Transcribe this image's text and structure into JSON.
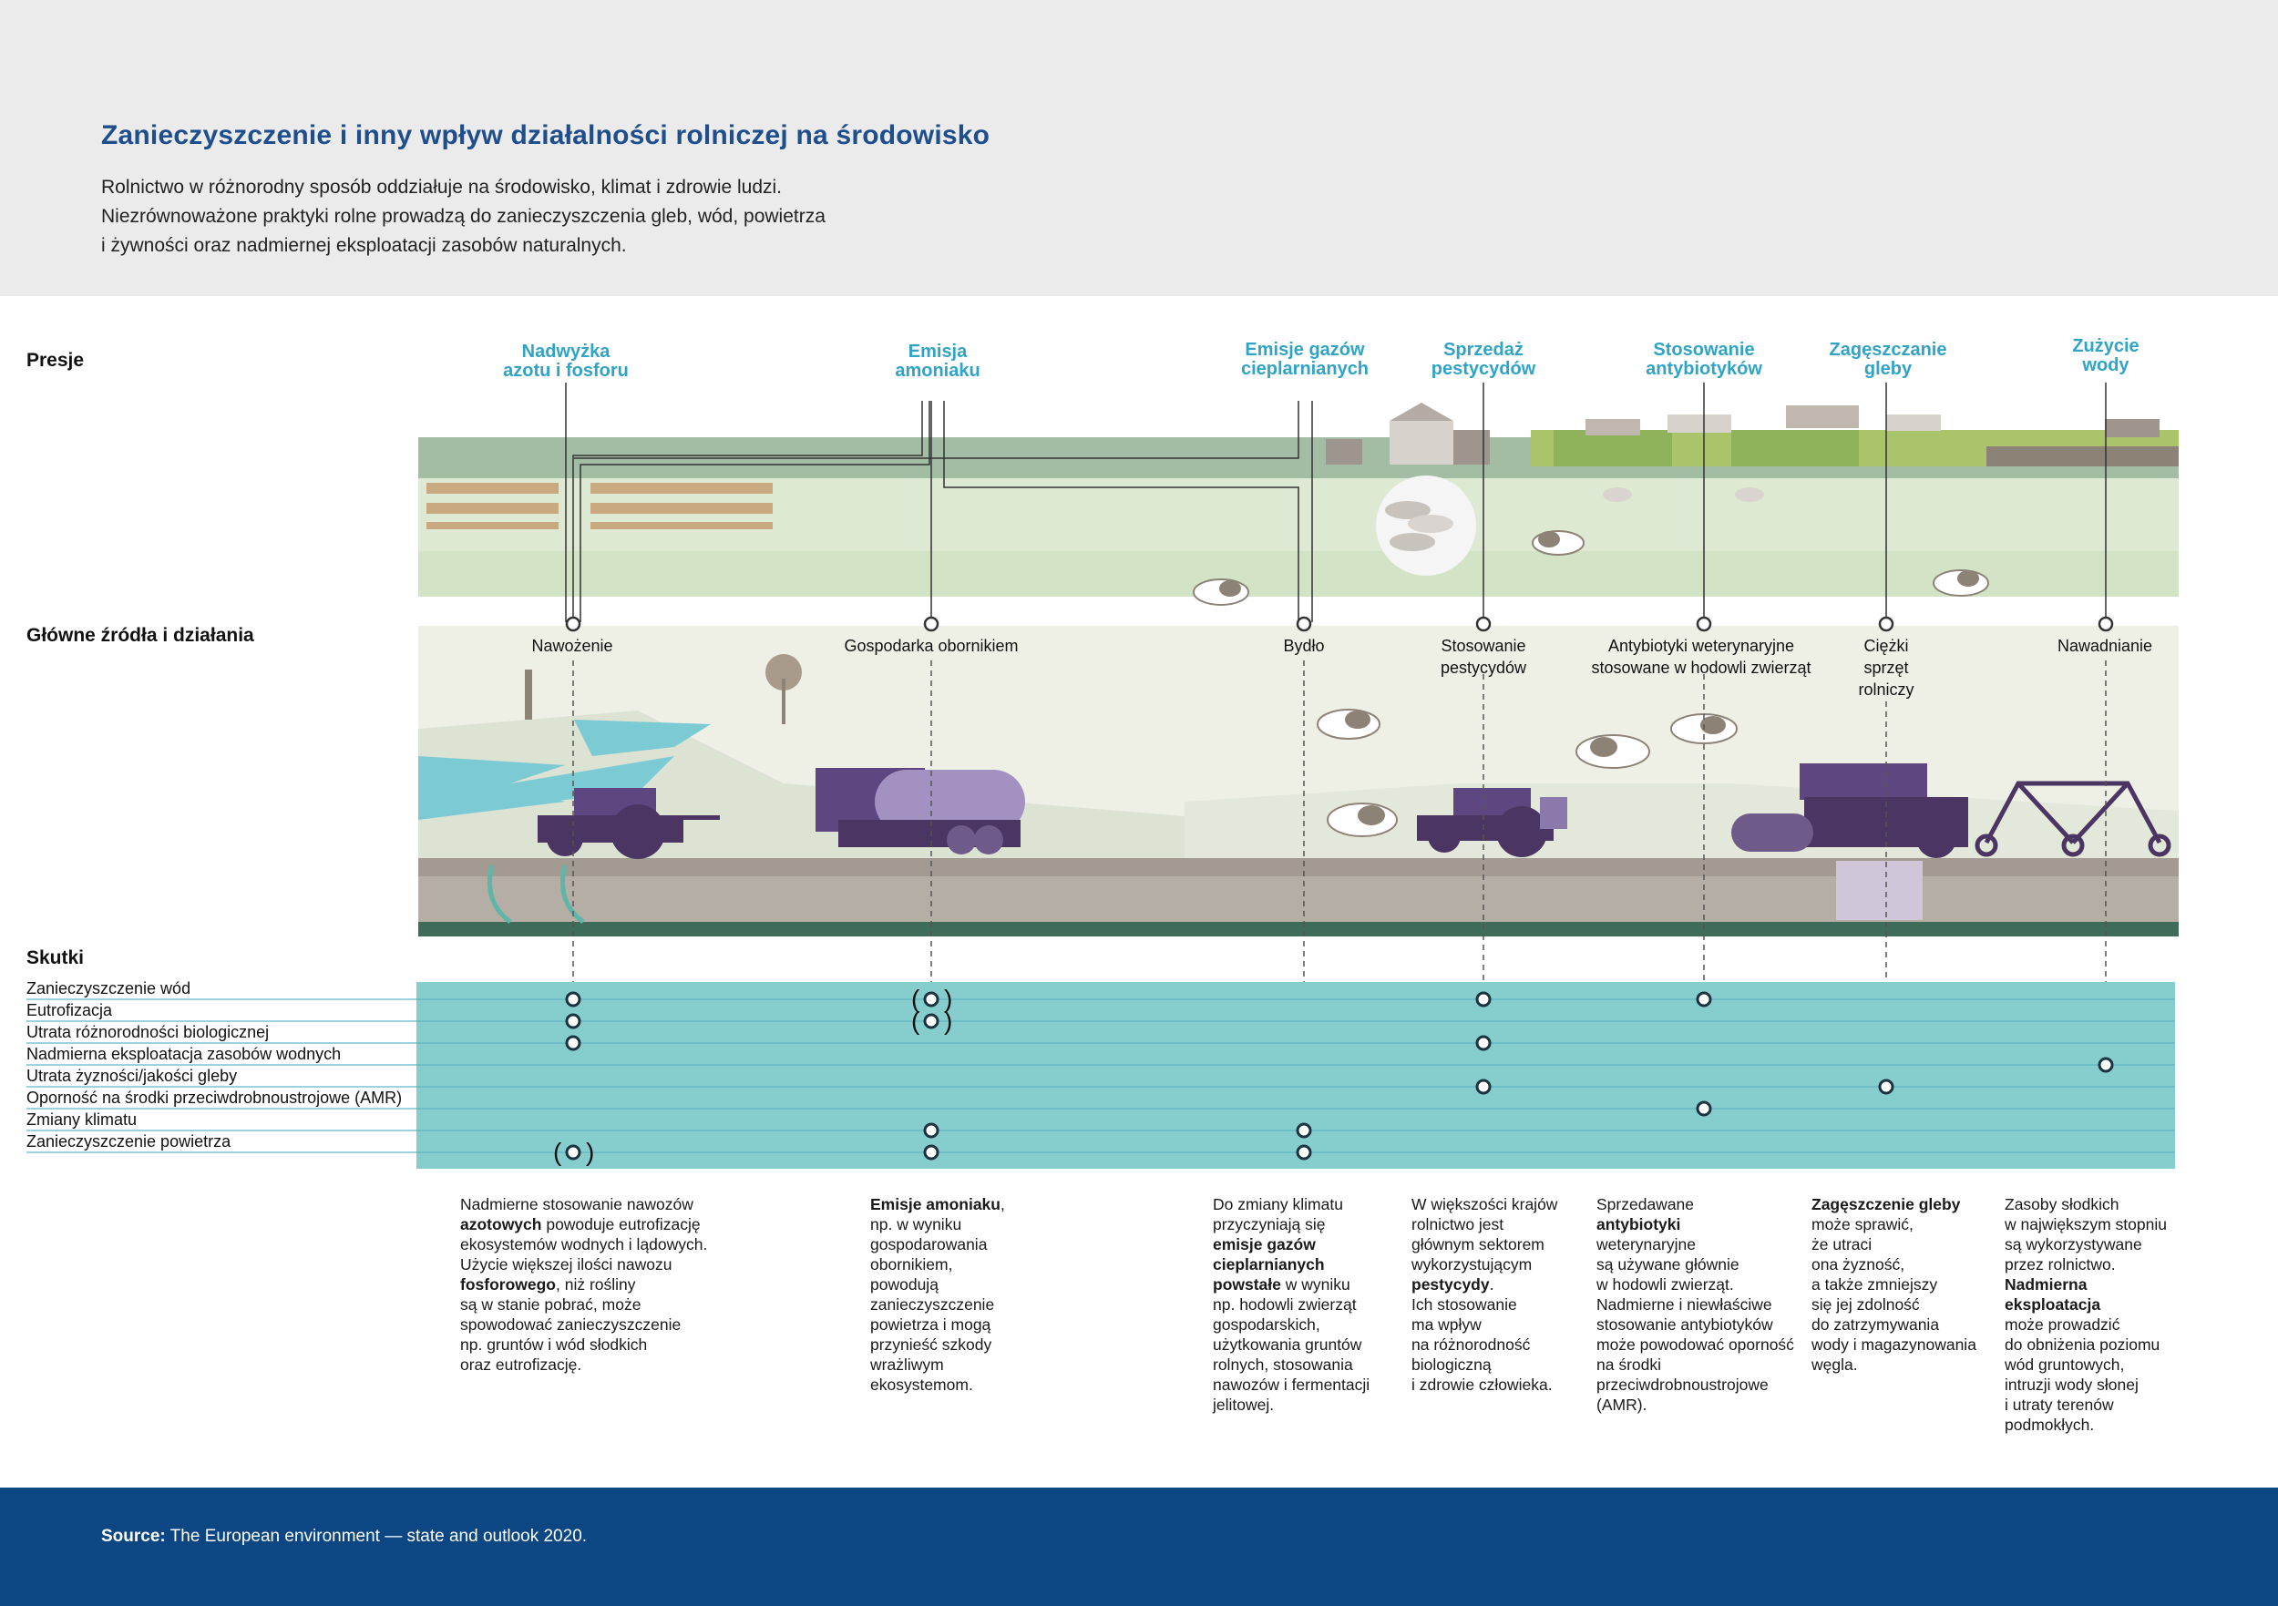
{
  "header": {
    "title": "Zanieczyszczenie i inny wpływ działalności rolniczej na środowisko",
    "intro_lines": [
      "Rolnictwo w różnorodny sposób oddziałuje na środowisko, klimat i zdrowie ludzi.",
      "Niezrównoważone praktyki rolne prowadzą do zanieczyszczenia gleb, wód, powietrza",
      "i żywności oraz nadmiernej eksploatacji zasobów naturalnych."
    ]
  },
  "sections": {
    "pressures": "Presje",
    "sources": "Główne źródła i działania",
    "impacts": "Skutki"
  },
  "pressures": [
    {
      "line1": "Nadwyżka",
      "line2": "azotu i fosforu"
    },
    {
      "line1": "Emisja",
      "line2": "amoniaku"
    },
    {
      "line1": "Emisje gazów",
      "line2": "cieplarnianych"
    },
    {
      "line1": "Sprzedaż",
      "line2": "pestycydów"
    },
    {
      "line1": "Stosowanie",
      "line2": "antybiotyków"
    },
    {
      "line1": "Zagęszczanie",
      "line2": "gleby"
    },
    {
      "line1": "Zużycie",
      "line2": "wody"
    }
  ],
  "sources": [
    {
      "lines": [
        "Nawożenie"
      ]
    },
    {
      "lines": [
        "Gospodarka obornikiem"
      ]
    },
    {
      "lines": [
        "Bydło"
      ]
    },
    {
      "lines": [
        "Stosowanie",
        "pestycydów"
      ]
    },
    {
      "lines": [
        "Antybiotyki weterynaryjne",
        "stosowane w hodowli zwierząt"
      ]
    },
    {
      "lines": [
        "Ciężki",
        "sprzęt",
        "rolniczy"
      ]
    },
    {
      "lines": [
        "Nawadnianie"
      ]
    }
  ],
  "impacts": [
    "Zanieczyszczenie wód",
    "Eutrofizacja",
    "Utrata różnorodności biologicznej",
    "Nadmierna eksploatacja zasobów wodnych",
    "Utrata żyzności/jakości gleby",
    "Oporność na środki przeciwdrobnoustrojowe (AMR)",
    "Zmiany klimatu",
    "Zanieczyszczenie powietrza"
  ],
  "matrix": [
    {
      "column": 0,
      "impact": 0
    },
    {
      "column": 0,
      "impact": 1
    },
    {
      "column": 0,
      "impact": 2
    },
    {
      "column": 0,
      "impact": 7,
      "parenthesized": true
    },
    {
      "column": 1,
      "impact": 0,
      "parenthesized": true
    },
    {
      "column": 1,
      "impact": 1,
      "parenthesized": true
    },
    {
      "column": 1,
      "impact": 6
    },
    {
      "column": 1,
      "impact": 7
    },
    {
      "column": 2,
      "impact": 6
    },
    {
      "column": 2,
      "impact": 7
    },
    {
      "column": 3,
      "impact": 0
    },
    {
      "column": 3,
      "impact": 2
    },
    {
      "column": 3,
      "impact": 4
    },
    {
      "column": 4,
      "impact": 0
    },
    {
      "column": 4,
      "impact": 5
    },
    {
      "column": 5,
      "impact": 4
    },
    {
      "column": 6,
      "impact": 3
    }
  ],
  "descriptions": [
    [
      [
        {
          "t": "Nadmierne stosowanie nawozów"
        }
      ],
      [
        {
          "t": "azotowych",
          "b": true
        },
        {
          "t": " powoduje eutrofizację"
        }
      ],
      [
        {
          "t": "ekosystemów wodnych i lądowych."
        }
      ],
      [
        {
          "t": "Użycie większej ilości nawozu"
        }
      ],
      [
        {
          "t": "fosforowego",
          "b": true
        },
        {
          "t": ", niż rośliny"
        }
      ],
      [
        {
          "t": "są w stanie pobrać, może"
        }
      ],
      [
        {
          "t": "spowodować zanieczyszczenie"
        }
      ],
      [
        {
          "t": "np. gruntów i wód słodkich"
        }
      ],
      [
        {
          "t": "oraz eutrofizację."
        }
      ]
    ],
    [
      [
        {
          "t": "Emisje amoniaku",
          "b": true
        },
        {
          "t": ","
        }
      ],
      [
        {
          "t": "np. w wyniku"
        }
      ],
      [
        {
          "t": "gospodarowania"
        }
      ],
      [
        {
          "t": "obornikiem,"
        }
      ],
      [
        {
          "t": "powodują"
        }
      ],
      [
        {
          "t": "zanieczyszczenie"
        }
      ],
      [
        {
          "t": "powietrza i mogą"
        }
      ],
      [
        {
          "t": "przynieść szkody"
        }
      ],
      [
        {
          "t": "wrażliwym"
        }
      ],
      [
        {
          "t": "ekosystemom."
        }
      ]
    ],
    [
      [
        {
          "t": "Do zmiany klimatu"
        }
      ],
      [
        {
          "t": "przyczyniają się"
        }
      ],
      [
        {
          "t": "emisje gazów",
          "b": true
        }
      ],
      [
        {
          "t": "cieplarnianych",
          "b": true
        }
      ],
      [
        {
          "t": "powstałe",
          "b": true
        },
        {
          "t": " w wyniku"
        }
      ],
      [
        {
          "t": "np. hodowli zwierząt"
        }
      ],
      [
        {
          "t": "gospodarskich,"
        }
      ],
      [
        {
          "t": "użytkowania gruntów"
        }
      ],
      [
        {
          "t": "rolnych, stosowania"
        }
      ],
      [
        {
          "t": "nawozów i fermentacji"
        }
      ],
      [
        {
          "t": "jelitowej."
        }
      ]
    ],
    [
      [
        {
          "t": "W większości krajów"
        }
      ],
      [
        {
          "t": "rolnictwo jest"
        }
      ],
      [
        {
          "t": "głównym sektorem"
        }
      ],
      [
        {
          "t": "wykorzystującym"
        }
      ],
      [
        {
          "t": "pestycydy",
          "b": true
        },
        {
          "t": "."
        }
      ],
      [
        {
          "t": "Ich stosowanie"
        }
      ],
      [
        {
          "t": "ma wpływ"
        }
      ],
      [
        {
          "t": "na różnorodność"
        }
      ],
      [
        {
          "t": "biologiczną"
        }
      ],
      [
        {
          "t": "i zdrowie człowieka."
        }
      ]
    ],
    [
      [
        {
          "t": "Sprzedawane"
        }
      ],
      [
        {
          "t": "antybiotyki",
          "b": true
        }
      ],
      [
        {
          "t": "weterynaryjne"
        }
      ],
      [
        {
          "t": "są używane głównie"
        }
      ],
      [
        {
          "t": "w hodowli zwierząt."
        }
      ],
      [
        {
          "t": "Nadmierne i niewłaściwe"
        }
      ],
      [
        {
          "t": "stosowanie antybiotyków"
        }
      ],
      [
        {
          "t": "może powodować oporność"
        }
      ],
      [
        {
          "t": "na środki"
        }
      ],
      [
        {
          "t": "przeciwdrobnoustrojowe"
        }
      ],
      [
        {
          "t": "(AMR)."
        }
      ]
    ],
    [
      [
        {
          "t": "Zagęszczenie gleby",
          "b": true
        }
      ],
      [
        {
          "t": "może sprawić,"
        }
      ],
      [
        {
          "t": "że utraci"
        }
      ],
      [
        {
          "t": "ona żyzność,"
        }
      ],
      [
        {
          "t": "a także zmniejszy"
        }
      ],
      [
        {
          "t": "się jej zdolność"
        }
      ],
      [
        {
          "t": "do zatrzymywania"
        }
      ],
      [
        {
          "t": "wody i magazynowania"
        }
      ],
      [
        {
          "t": "węgla."
        }
      ]
    ],
    [
      [
        {
          "t": "Zasoby słodkich"
        }
      ],
      [
        {
          "t": "w największym stopniu"
        }
      ],
      [
        {
          "t": "są wykorzystywane"
        }
      ],
      [
        {
          "t": "przez rolnictwo."
        }
      ],
      [
        {
          "t": "Nadmierna",
          "b": true
        }
      ],
      [
        {
          "t": "eksploatacja",
          "b": true
        }
      ],
      [
        {
          "t": "może prowadzić"
        }
      ],
      [
        {
          "t": "do obniżenia poziomu"
        }
      ],
      [
        {
          "t": "wód gruntowych,"
        }
      ],
      [
        {
          "t": "intruzji wody słonej"
        }
      ],
      [
        {
          "t": "i utraty terenów"
        }
      ],
      [
        {
          "t": "podmokłych."
        }
      ]
    ]
  ],
  "footer": {
    "source_label": "Source:",
    "source_text": " The European environment — state and outlook 2020."
  },
  "colors": {
    "title": "#1f4e8c",
    "pressure_text": "#2fa4c6",
    "matrix_band": "#86cdcd",
    "matrix_line": "#5fb6c7",
    "footer_bg": "#0d4783",
    "machine_purple": "#4a3563",
    "field_green": "#dde9d2"
  }
}
